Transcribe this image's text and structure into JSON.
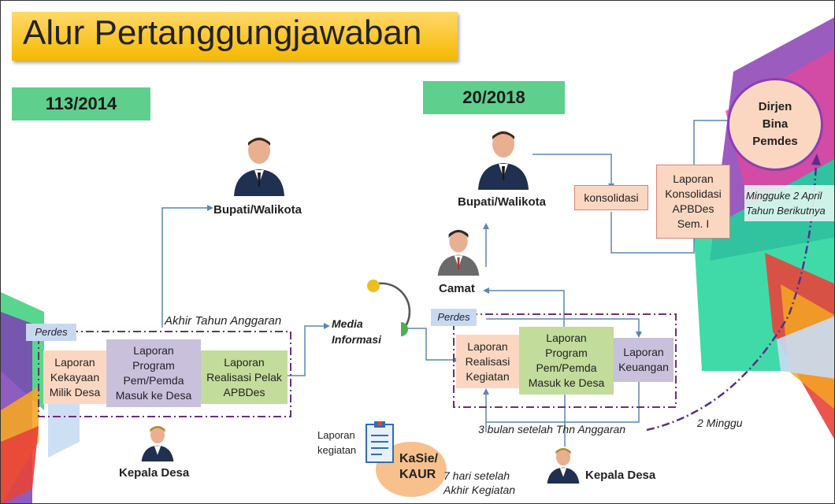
{
  "title": "Alur Pertanggungjawaban",
  "regulations": {
    "left": "113/2014",
    "right": "20/2018"
  },
  "left": {
    "bupati": "Bupati/Walikota",
    "perdes": "Perdes",
    "akhir_tahun": "Akhir Tahun Anggaran",
    "box1": "Laporan\nKekayaan\nMilik Desa",
    "box2": "Laporan\nProgram\nPem/Pemda\nMasuk ke Desa",
    "box3": "Laporan\nRealisasi Pelak\nAPBDes",
    "kepala_desa": "Kepala Desa"
  },
  "middle": {
    "media": "Media\nInformasi",
    "laporan_kegiatan": "Laporan\nkegiatan",
    "kasie": "KaSie/\nKAUR",
    "seven_days": "7 hari setelah\nAkhir Kegiatan"
  },
  "right": {
    "bupati": "Bupati/Walikota",
    "camat": "Camat",
    "konsolidasi": "konsolidasi",
    "konsolidasi_report": "Laporan\nKonsolidasi\nAPBDes\nSem. I",
    "dirjen": "Dirjen\nBina\nPemdes",
    "minggu": "Mingguke 2 April\nTahun Berikutnya",
    "perdes": "Perdes",
    "box1": "Laporan\nRealisasi\nKegiatan",
    "box2": "Laporan\nProgram\nPem/Pemda\nMasuk ke Desa",
    "box3": "Laporan\nKeuangan",
    "three_months": "3 bulan setelah Thn Anggaran",
    "two_weeks": "2 Minggu",
    "kepala_desa": "Kepala Desa"
  },
  "colors": {
    "title": "#f5b900",
    "regulation": "#5fcf8e",
    "arrow": "#5b86b5",
    "dash": "#6b2f7a"
  },
  "icons": [
    "person-icon",
    "document-icon"
  ]
}
